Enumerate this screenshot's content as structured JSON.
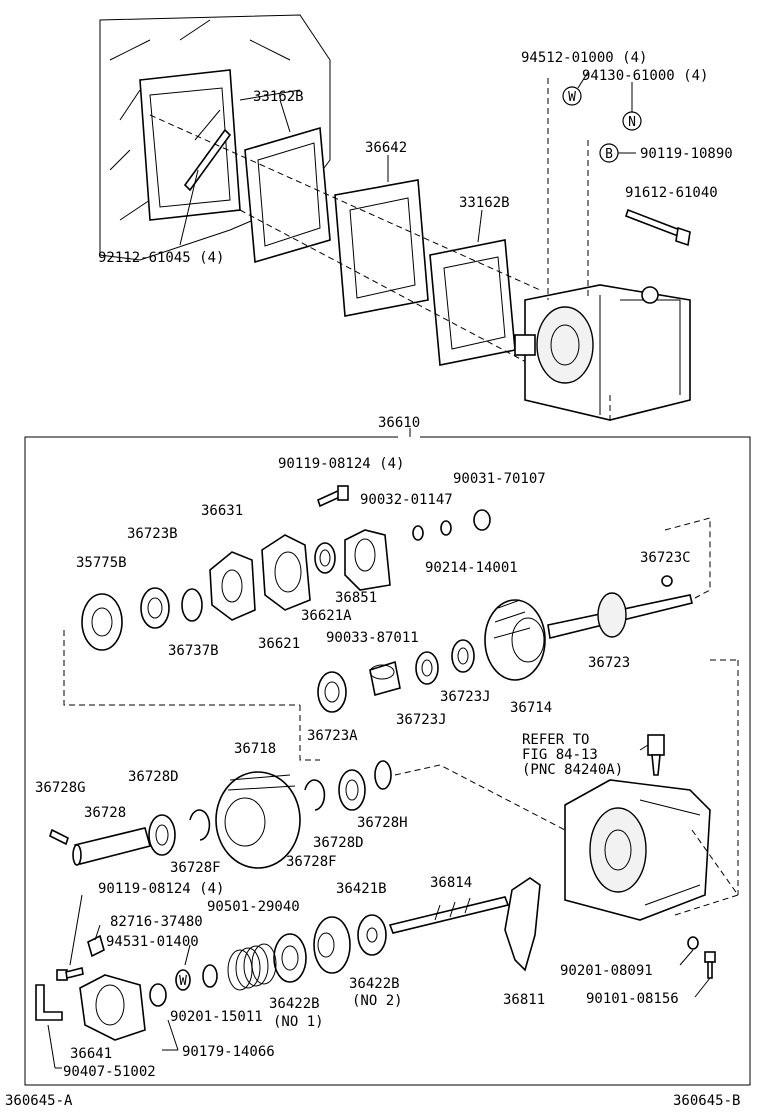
{
  "labels": {
    "p1": "94512-01000 (4)",
    "p2": "94130-61000 (4)",
    "p3": "33162B",
    "p4": "36642",
    "p5": "90119-10890",
    "p6": "91612-61040",
    "p7": "33162B",
    "p8": "92112-61045 (4)",
    "p9": "36610",
    "p10": "90119-08124 (4)",
    "p11": "90031-70107",
    "p12": "90032-01147",
    "p13": "36631",
    "p14": "36723B",
    "p15": "35775B",
    "p16": "36851",
    "p17": "90214-14001",
    "p18": "36621A",
    "p19": "36723C",
    "p20": "36737B",
    "p21": "36621",
    "p22": "90033-87011",
    "p23": "36723",
    "p24": "36723J",
    "p25": "36714",
    "p26": "36723J",
    "p27": "36723A",
    "p28": "REFER TO",
    "p29": "FIG 84-13",
    "p30": "(PNC 84240A)",
    "p31": "36718",
    "p32": "36728G",
    "p33": "36728D",
    "p34": "36728",
    "p35": "36728H",
    "p36": "36728D",
    "p37": "36728F",
    "p38": "36728F",
    "p39": "90119-08124 (4)",
    "p40": "36421B",
    "p41": "36814",
    "p42": "90501-29040",
    "p43": "82716-37480",
    "p44": "94531-01400",
    "p45": "36422B",
    "p46": "(NO 2)",
    "p47": "36422B",
    "p48": "(NO 1)",
    "p49": "90201-15011",
    "p50": "36811",
    "p51": "90201-08091",
    "p52": "90101-08156",
    "p53": "36641",
    "p54": "90179-14066",
    "p55": "90407-51002",
    "p56": "360645-A",
    "p57": "360645-B"
  },
  "markers": {
    "w": "W",
    "n": "N",
    "b": "B",
    "w2": "W"
  }
}
